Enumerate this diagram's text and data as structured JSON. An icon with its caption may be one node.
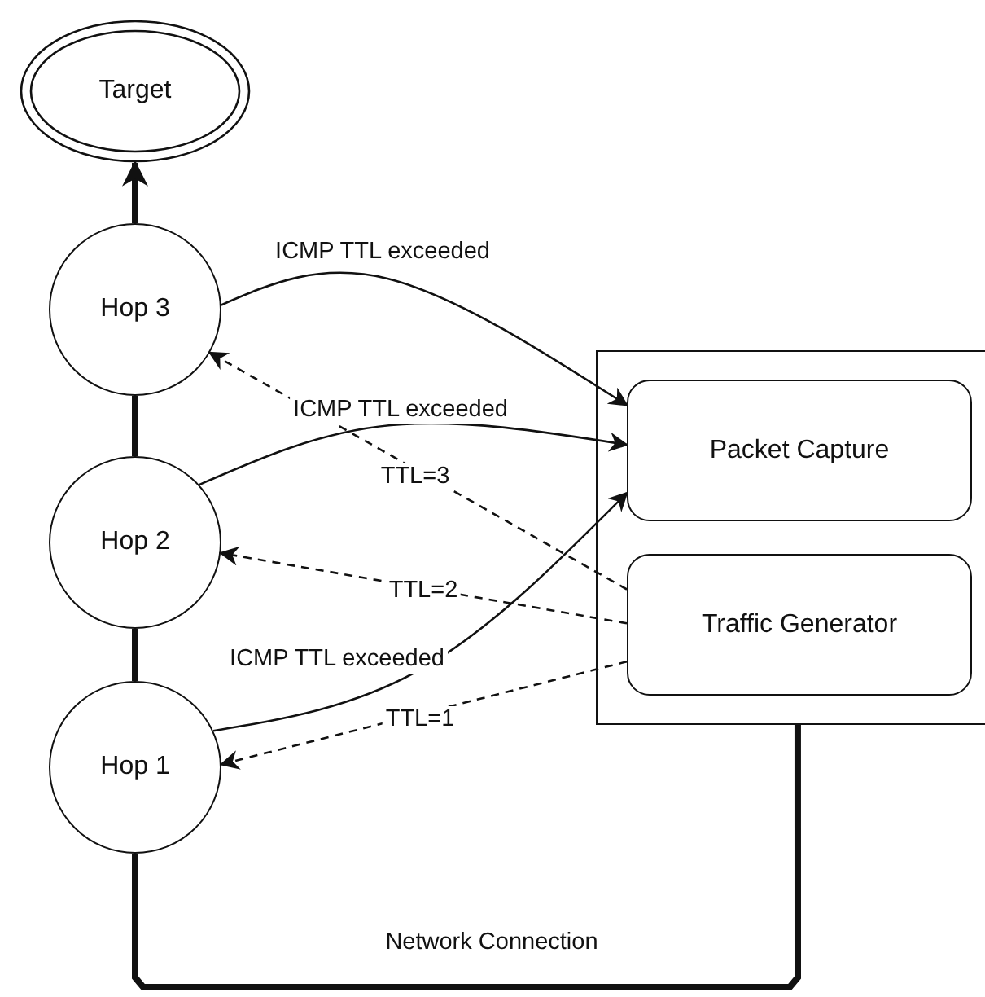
{
  "diagram": {
    "nodes": [
      {
        "text": [
          "Target"
        ]
      },
      {
        "text": [
          "Hop 3"
        ]
      },
      {
        "text": [
          "Hop 2"
        ]
      },
      {
        "text": [
          "Hop 1"
        ]
      },
      {
        "text": [],
        "shape": "box"
      },
      {
        "text": [
          "Packet Capture"
        ],
        "in": 4
      },
      {
        "text": [
          "Traffic Generator"
        ],
        "in": 4
      }
    ],
    "edges": [
      {
        "from": 1,
        "to": 0,
        "arrow": "to",
        "style": "thick"
      },
      {
        "from": 2,
        "to": 1,
        "arrow": "none",
        "style": "thick"
      },
      {
        "from": 3,
        "to": 2,
        "arrow": "none",
        "style": "thick"
      },
      {
        "from": 3,
        "to": 4,
        "arrow": "none",
        "style": "thick",
        "label": "Network Connection"
      },
      {
        "from": 1,
        "to": 5,
        "arrow": "to",
        "label": "ICMP TTL exceeded"
      },
      {
        "from": 2,
        "to": 5,
        "arrow": "to",
        "label": "ICMP TTL exceeded"
      },
      {
        "from": 3,
        "to": 5,
        "arrow": "to",
        "label": "ICMP TTL exceeded"
      },
      {
        "from": 6,
        "to": 1,
        "arrow": "to",
        "style": "dashed",
        "label": "TTL=3"
      },
      {
        "from": 6,
        "to": 2,
        "arrow": "to",
        "style": "dashed",
        "label": "TTL=2"
      },
      {
        "from": 6,
        "to": 3,
        "arrow": "to",
        "style": "dashed",
        "label": "TTL=1"
      }
    ]
  }
}
